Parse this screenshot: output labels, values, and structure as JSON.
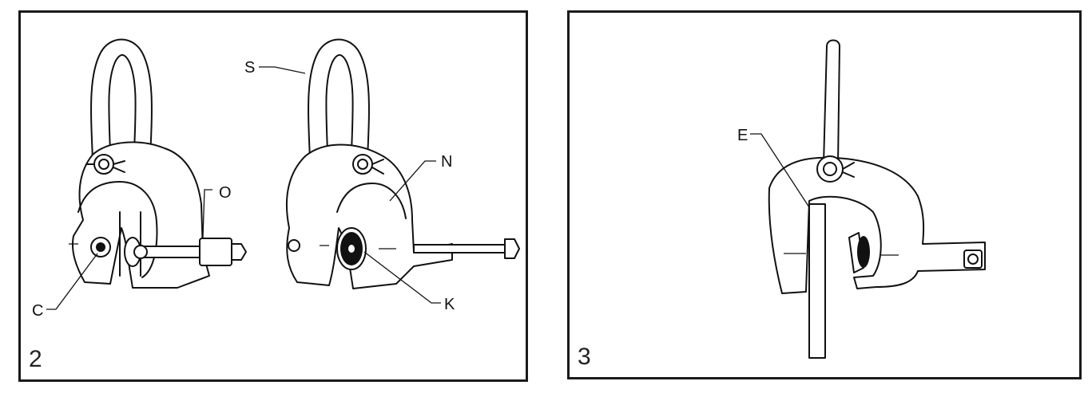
{
  "figures": [
    {
      "number": "2",
      "callouts": {
        "S": "S",
        "N": "N",
        "O": "O",
        "C": "C",
        "K": "K"
      }
    },
    {
      "number": "3",
      "callouts": {
        "E": "E"
      }
    }
  ]
}
